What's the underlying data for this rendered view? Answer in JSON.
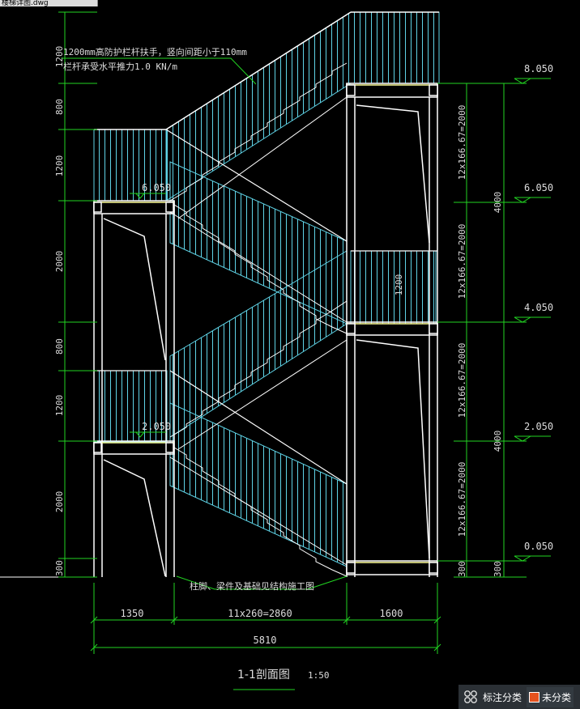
{
  "window": {
    "tab_title": "楼梯详图.dwg"
  },
  "drawing": {
    "title": "1-1剖面图",
    "scale": "1:50",
    "notes": {
      "line1": "1200mm高防护栏杆扶手，竖向间距小于110mm",
      "line2": "栏杆承受水平推力1.0 KN/m",
      "foundation": "柱脚、梁件及基础见结构施工图"
    },
    "levels": [
      "8.050",
      "6.050",
      "4.050",
      "2.050",
      "0.050"
    ],
    "inner_levels": [
      "6.050",
      "2.050"
    ],
    "left_dims": [
      "1200",
      "800",
      "1200",
      "2000",
      "800",
      "1200",
      "2000",
      "300"
    ],
    "right_flight_dims": [
      "12x166.67=2000",
      "12x166.67=2000",
      "12x166.67=2000",
      "12x166.67=2000"
    ],
    "right_total_dims": [
      "4000",
      "4000"
    ],
    "right_small_dims": [
      "300",
      "300"
    ],
    "rail_height": "1200",
    "bottom_dims": [
      "1350",
      "11x260=2860",
      "1600"
    ],
    "total_width": "5810"
  },
  "statusbar": {
    "annotate_label": "标注分类",
    "unclassified_label": "未分类"
  },
  "colors": {
    "background": "#000000",
    "structure": "#ffffff",
    "railing": "#5fd3e6",
    "dimension": "#22d422",
    "beam_highlight": "#ffff99",
    "dim_text": "#dddddd"
  }
}
